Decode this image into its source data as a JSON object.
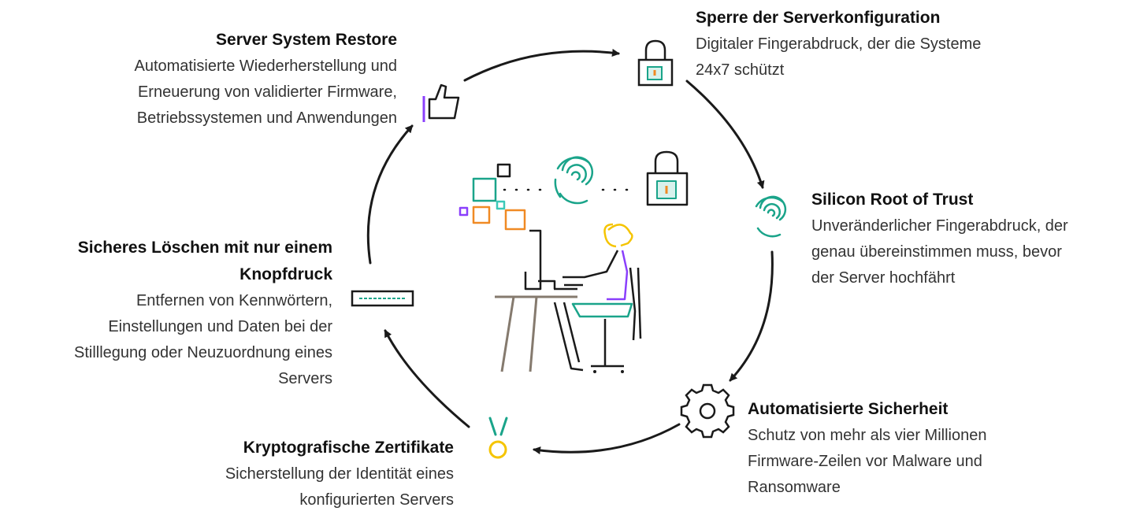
{
  "features": {
    "restore": {
      "title": "Server System Restore",
      "desc": [
        "Automatisierte Wiederherstellung und",
        "Erneuerung von validierter Firmware,",
        "Betriebssystemen und Anwendungen"
      ],
      "icon": "thumbs-up-icon"
    },
    "lock": {
      "title": "Sperre der Serverkonfiguration",
      "desc": [
        "Digitaler Fingerabdruck, der die Systeme",
        "24x7 schützt"
      ],
      "icon": "padlock-icon"
    },
    "silicon": {
      "title": "Silicon Root of Trust",
      "desc": [
        "Unveränderlicher Fingerabdruck, der",
        "genau übereinstimmen muss, bevor",
        "der Server hochfährt"
      ],
      "icon": "fingerprint-icon"
    },
    "auto": {
      "title": "Automatisierte Sicherheit",
      "desc": [
        "Schutz von mehr als vier Millionen",
        "Firmware-Zeilen vor Malware und",
        "Ransomware"
      ],
      "icon": "gear-icon"
    },
    "certs": {
      "title": "Kryptografische Zertifikate",
      "desc": [
        "Sicherstellung der Identität eines",
        "konfigurierten Servers"
      ],
      "icon": "medal-icon"
    },
    "erase": {
      "title": [
        "Sicheres Löschen mit nur einem",
        "Knopfdruck"
      ],
      "desc": [
        "Entfernen von Kennwörtern,",
        "Einstellungen und Daten bei der",
        "Stilllegung oder Neuzuordnung eines",
        "Servers"
      ],
      "icon": "server-drive-icon"
    }
  },
  "colors": {
    "teal": "#1aa48a",
    "orange": "#f08a24",
    "purple": "#8a3ffc",
    "yellow": "#f5c400",
    "stroke": "#1a1a1a",
    "gray": "#857a6e"
  }
}
